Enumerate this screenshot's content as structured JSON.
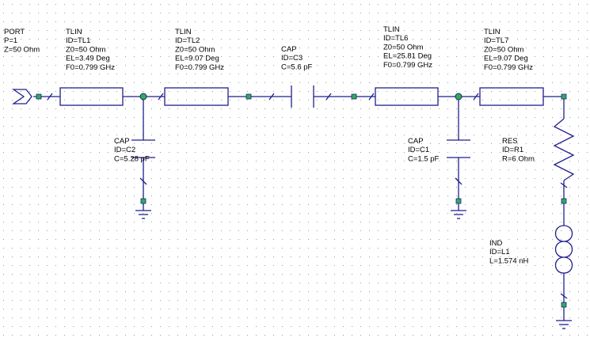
{
  "colors": {
    "wire": "#1f1f8f",
    "pin": "#2db04b",
    "grid_dot": "#9a9a9a",
    "background": "#ffffff"
  },
  "components": [
    {
      "id": "port",
      "lines": [
        "PORT",
        "P=1",
        "Z=50 Ohm"
      ]
    },
    {
      "id": "tl1",
      "lines": [
        "TLIN",
        "ID=TL1",
        "Z0=50 Ohm",
        "EL=3.49 Deg",
        "F0=0.799 GHz"
      ]
    },
    {
      "id": "tl2",
      "lines": [
        "TLIN",
        "ID=TL2",
        "Z0=50 Ohm",
        "EL=9.07 Deg",
        "F0=0.799 GHz"
      ]
    },
    {
      "id": "c3",
      "lines": [
        "CAP",
        "ID=C3",
        "C=5.6 pF"
      ]
    },
    {
      "id": "tl6",
      "lines": [
        "TLIN",
        "ID=TL6",
        "Z0=50 Ohm",
        "EL=25.81 Deg",
        "F0=0.799 GHz"
      ]
    },
    {
      "id": "tl7",
      "lines": [
        "TLIN",
        "ID=TL7",
        "Z0=50 Ohm",
        "EL=9.07 Deg",
        "F0=0.799 GHz"
      ]
    },
    {
      "id": "c2",
      "lines": [
        "CAP",
        "ID=C2",
        "C=5.28 pF"
      ]
    },
    {
      "id": "c1",
      "lines": [
        "CAP",
        "ID=C1",
        "C=1.5 pF"
      ]
    },
    {
      "id": "r1",
      "lines": [
        "RES",
        "ID=R1",
        "R=6 Ohm"
      ]
    },
    {
      "id": "l1",
      "lines": [
        "IND",
        "ID=L1",
        "L=1.574 nH"
      ]
    }
  ]
}
